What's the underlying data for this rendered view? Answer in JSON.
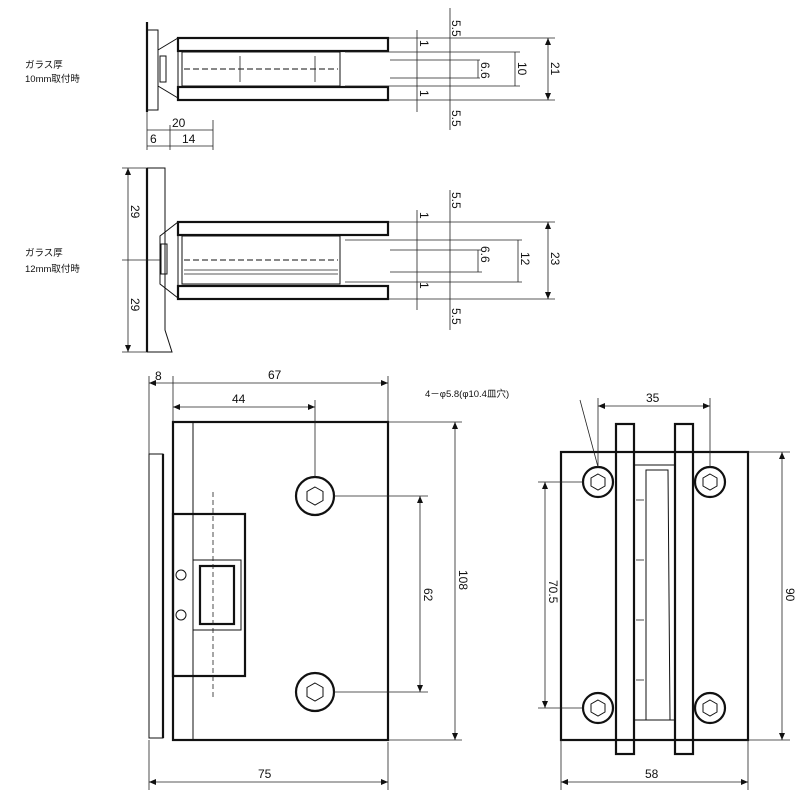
{
  "top_view": {
    "note_line1": "ガラス厚",
    "note_line2": "10mm取付時",
    "dims": {
      "d_5_5_top": "5.5",
      "d_1_top": "1",
      "d_6_6": "6.6",
      "d_10": "10",
      "d_21": "21",
      "d_1_bot": "1",
      "d_5_5_bot": "5.5",
      "d_20": "20",
      "d_6": "6",
      "d_14": "14"
    }
  },
  "middle_view": {
    "note_line1": "ガラス厚",
    "note_line2": "12mm取付時",
    "dims": {
      "d_5_5_top": "5.5",
      "d_1_top": "1",
      "d_6_6": "6.6",
      "d_12": "12",
      "d_23": "23",
      "d_1_bot": "1",
      "d_5_5_bot": "5.5",
      "d_29_top": "29",
      "d_29_bot": "29"
    }
  },
  "front_view": {
    "dims": {
      "d_8": "8",
      "d_67": "67",
      "d_44": "44",
      "d_62": "62",
      "d_108": "108",
      "d_75": "75"
    }
  },
  "side_view": {
    "hole_note": "4－φ5.8(φ10.4皿穴)",
    "dims": {
      "d_35": "35",
      "d_70_5": "70.5",
      "d_90": "90",
      "d_58": "58"
    }
  }
}
